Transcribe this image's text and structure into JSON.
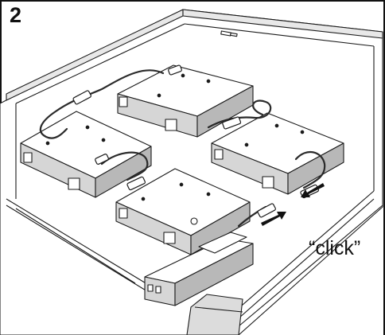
{
  "step": {
    "number": "2"
  },
  "annotation": {
    "click_text": "“click”"
  },
  "colors": {
    "line": "#1a1a1a",
    "panel_top": "#ffffff",
    "panel_side": "#d6d6d6",
    "box_side": "#b8b8b8",
    "cable": "#2a2a2a",
    "frame_border": "#111111"
  },
  "components": {
    "led_drivers": 4,
    "junction_box": 1,
    "arrows": 2
  }
}
